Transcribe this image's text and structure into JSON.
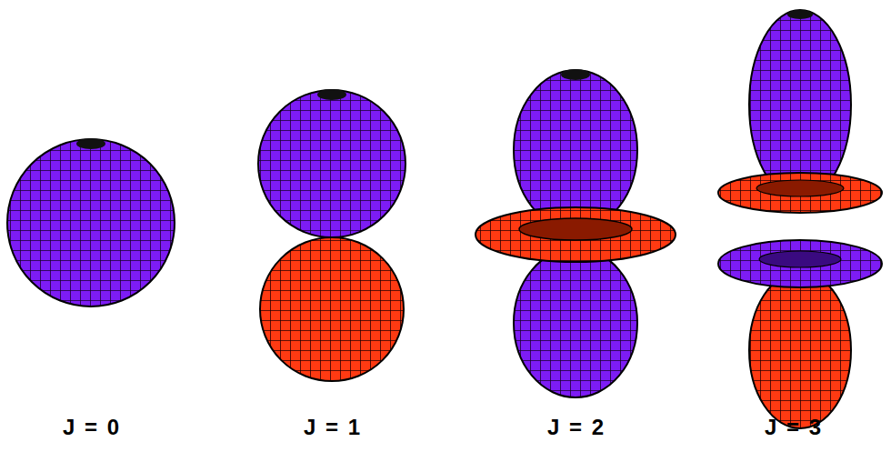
{
  "diagram": {
    "labels": [
      "J = 0",
      "J = 1",
      "J = 2",
      "J = 3"
    ]
  }
}
